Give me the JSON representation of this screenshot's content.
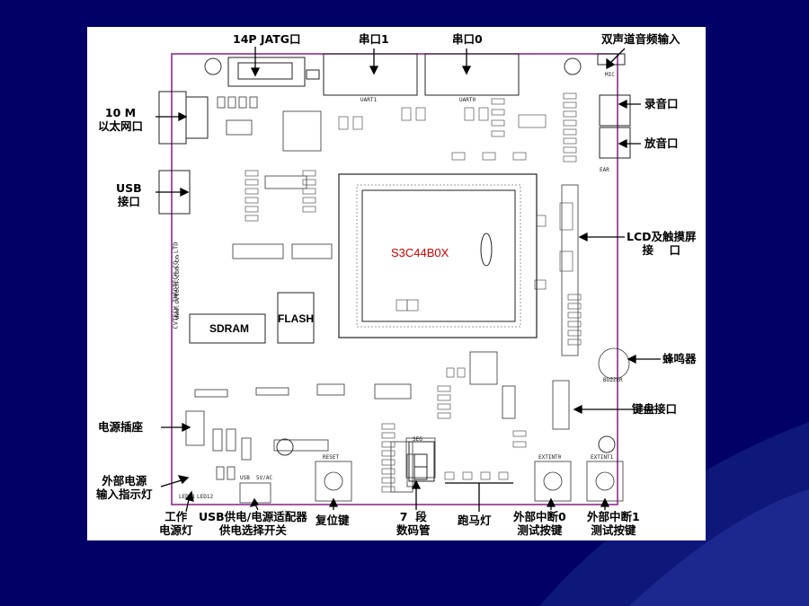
{
  "colors": {
    "slide_background": "#000066",
    "panel": "#ffffff",
    "board_outline": "#8a1a8a",
    "cpu_label": "#cc0000"
  },
  "board": {
    "cpu_label": "S3C44B0X",
    "sdram_label": "SDRAM",
    "flash_label": "FLASH",
    "vendor_text": "CVTECH INFOTECH CO.,LTD",
    "vendor_url": "www.cvtech.com.cn",
    "small_labels": {
      "uart1": "UART1",
      "uart0": "UART0",
      "mic": "MIC",
      "ear": "EAR",
      "buzzer": "BUZZER",
      "reset": "RESET",
      "seg": "SEG",
      "extint0": "EXTINT0",
      "extint1": "EXTINT1",
      "usb_sw": "USB  5V/AC",
      "led1": "LED11",
      "led2": "LED12"
    }
  },
  "callouts": {
    "jtag": "14P JATG口",
    "uart1": "串口1",
    "uart0": "串口0",
    "audio_in": "双声道音频输入",
    "ethernet": "10 M\n以太网口",
    "record": "录音口",
    "playback": "放音口",
    "usb": "USB\n接口",
    "lcd": "LCD及触摸屏\n接    口",
    "buzzer": "蜂鸣器",
    "keypad": "键盘接口",
    "power_socket": "电源插座",
    "ext_power_led": "外部电源\n输入指示灯",
    "work_led": "工作\n电源灯",
    "power_switch": "USB供电/电源适配器\n供电选择开关",
    "reset_key": "复位键",
    "seg7": "7  段\n数码管",
    "marquee": "跑马灯",
    "int0_key": "外部中断0\n测试按键",
    "int1_key": "外部中断1\n测试按键"
  }
}
